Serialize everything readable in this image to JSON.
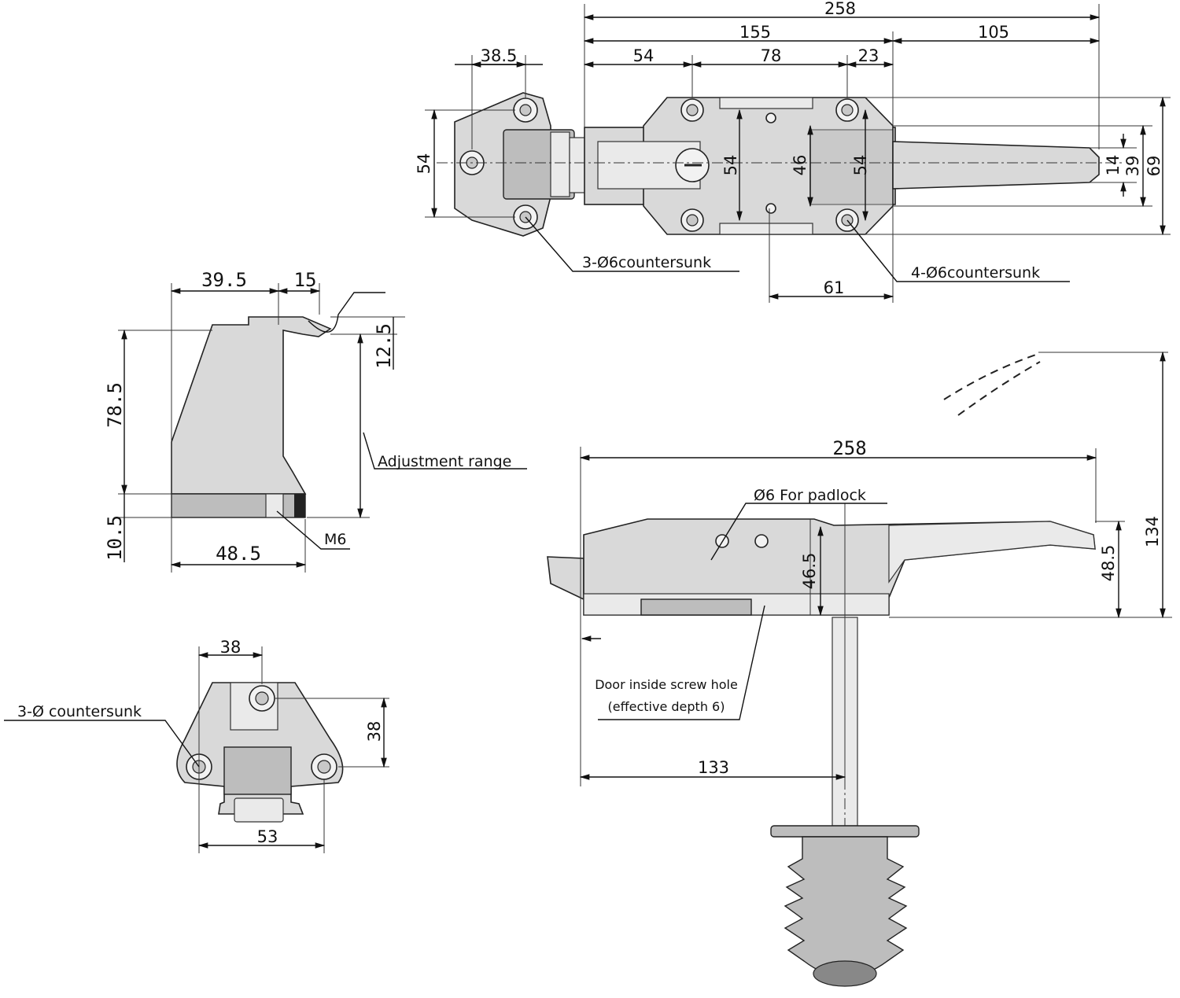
{
  "top_view": {
    "dims": {
      "overall": "258",
      "body": "155",
      "handle": "105",
      "left_hole": "54",
      "hole_spacing": "78",
      "right_hole": "23",
      "hinge_spacing": "38.5",
      "hinge_height": "54",
      "body_height_a": "54",
      "body_height_b": "46",
      "body_height_c": "54",
      "handle_tip": "14",
      "handle_mid": "39",
      "overall_height": "69",
      "bottom_hole": "61"
    },
    "notes": {
      "hinge_holes": "3-Ø6countersunk",
      "body_holes": "4-Ø6countersunk"
    }
  },
  "strike_view": {
    "dims": {
      "width_top": "39.5",
      "gap": "15",
      "lip": "12.5",
      "height": "78.5",
      "base": "10.5",
      "width_bottom": "48.5"
    },
    "notes": {
      "adjustment": "Adjustment range",
      "thread": "M6"
    }
  },
  "hinge_view": {
    "dims": {
      "spacing": "38",
      "height": "38",
      "width": "53"
    },
    "notes": {
      "holes": "3-Ø countersunk"
    }
  },
  "side_view": {
    "dims": {
      "overall": "258",
      "height": "134",
      "handle_h": "48.5",
      "body_h": "46.5",
      "release": "133"
    },
    "notes": {
      "padlock": "Ø6 For padlock",
      "screw_hole_1": "Door inside screw hole",
      "screw_hole_2": "(effective depth 6)"
    }
  }
}
